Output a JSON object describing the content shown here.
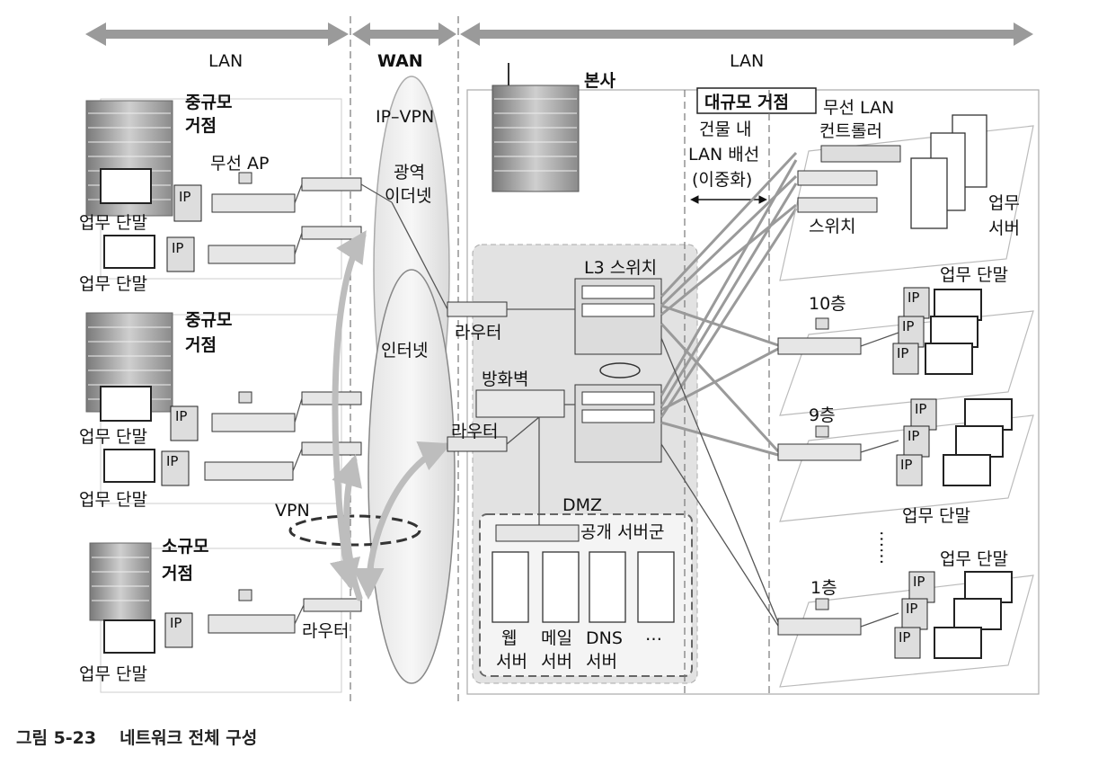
{
  "zones": {
    "lan_left": "LAN",
    "wan": "WAN",
    "lan_right": "LAN"
  },
  "sites": {
    "medium_1": {
      "name_line1": "중규모",
      "name_line2": "거점",
      "wireless_ap": "무선 AP",
      "terminal_1": "업무 단말",
      "terminal_2": "업무 단말"
    },
    "medium_2": {
      "name_line1": "중규모",
      "name_line2": "거점",
      "terminal_1": "업무 단말",
      "terminal_2": "업무 단말"
    },
    "small": {
      "name_line1": "소규모",
      "name_line2": "거점",
      "router": "라우터",
      "terminal": "업무 단말",
      "vpn": "VPN"
    },
    "hq": {
      "name": "본사",
      "large_site": "대규모 거점",
      "router_1": "라우터",
      "router_2": "라우터",
      "firewall": "방화벽",
      "l3_switch": "L3 스위치",
      "dmz": "DMZ",
      "public_servers": "공개 서버군"
    }
  },
  "network": {
    "ip_vpn": "IP–VPN",
    "wide_ethernet_line1": "광역",
    "wide_ethernet_line2": "이더넷",
    "internet": "인터넷"
  },
  "building": {
    "wiring_line1": "건물 내",
    "wiring_line2": "LAN 배선",
    "wiring_line3": "(이중화)",
    "wlan_controller_line1": "무선 LAN",
    "wlan_controller_line2": "컨트롤러",
    "switch": "스위치",
    "business_server_line1": "업무",
    "business_server_line2": "서버",
    "floor_10": "10층",
    "floor_9": "9층",
    "floor_1": "1층",
    "terminal_top": "업무 단말",
    "terminal_mid": "업무 단말",
    "terminal_bottom": "업무 단말",
    "ellipsis": "……"
  },
  "dmz_servers": {
    "web_line1": "웹",
    "web_line2": "서버",
    "mail_line1": "메일",
    "mail_line2": "서버",
    "dns_line1": "DNS",
    "dns_line2": "서버",
    "more": "…"
  },
  "ip_phone_label": "IP",
  "caption": {
    "number": "그림 5-23",
    "title": "네트워크 전체 구성"
  }
}
